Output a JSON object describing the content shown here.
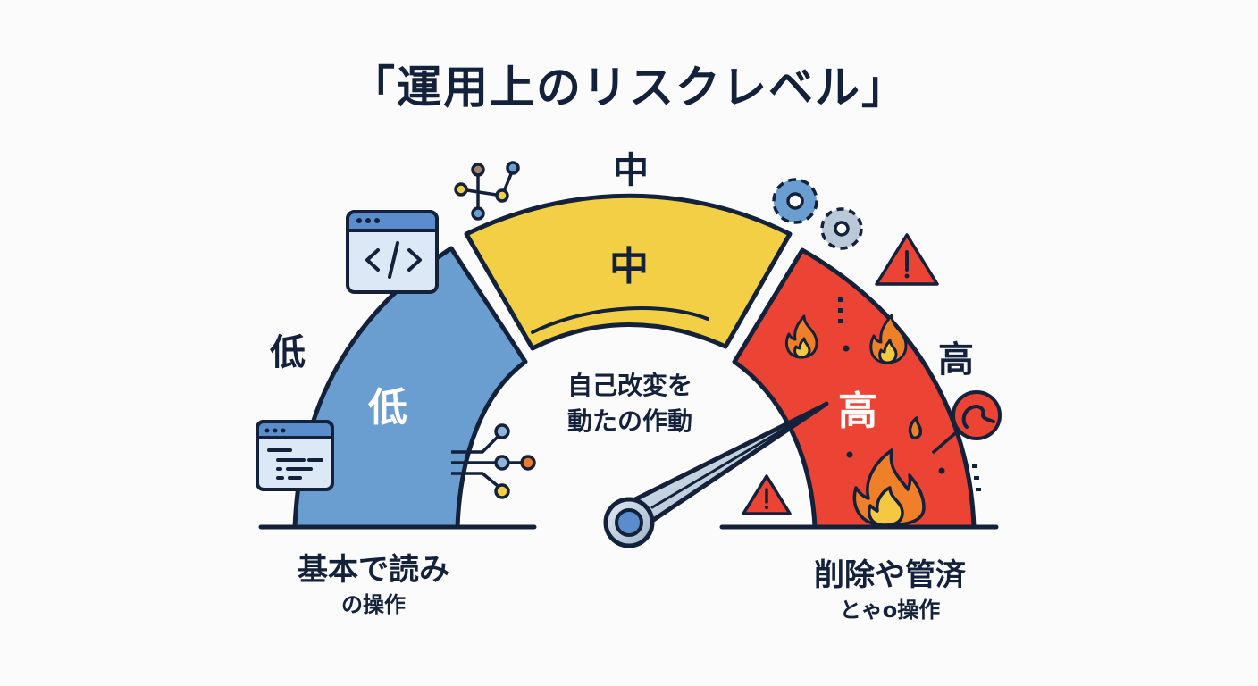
{
  "title": "「運用上のリスクレベル」",
  "colors": {
    "low": "#6b9ed0",
    "medium": "#f2cf45",
    "high": "#ec4434",
    "outline": "#14213a",
    "background": "#fbfbfb",
    "needle": "#b8c6d8",
    "hub": "#5b8ccc"
  },
  "levels": [
    {
      "key": "low",
      "outer_label": "低",
      "inner_label": "低",
      "color": "#6b9ed0"
    },
    {
      "key": "medium",
      "outer_label": "中",
      "inner_label": "中",
      "color": "#f2cf45"
    },
    {
      "key": "high",
      "outer_label": "高",
      "inner_label": "高",
      "color": "#ec4434"
    }
  ],
  "center_text": {
    "line1": "自己改変を",
    "line2": "動たの作動"
  },
  "captions": {
    "low": {
      "line1": "基本で読み",
      "line2": "の操作"
    },
    "high": {
      "line1": "削除や管済",
      "line2": "とゃo操作"
    }
  },
  "needle": {
    "pointing_to": "high"
  },
  "icons": [
    "code-window-icon",
    "text-window-icon",
    "network-nodes-icon",
    "circuit-connector-icon",
    "gear-icon",
    "small-gear-icon",
    "warning-triangle-icon",
    "fire-icon",
    "no-entry-sign-icon"
  ]
}
